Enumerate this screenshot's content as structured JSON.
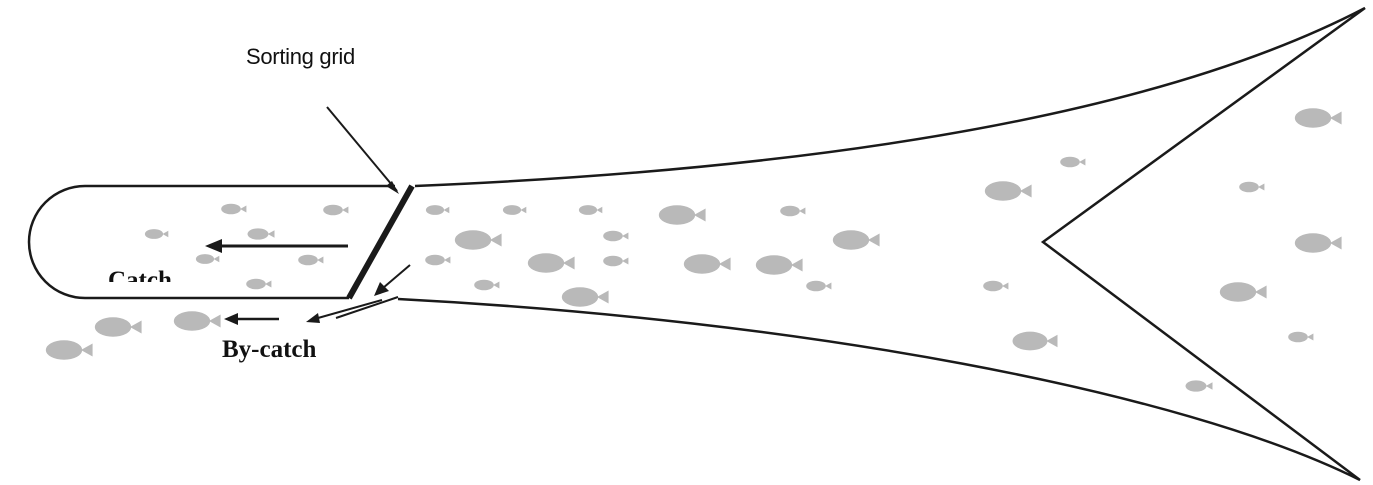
{
  "labels": {
    "sorting_grid": "Sorting grid",
    "by_catch": "By-catch",
    "catch": "Catch"
  },
  "colors": {
    "outline": "#1a1a1a",
    "fish": "#b9b9b9",
    "text": "#111111"
  }
}
